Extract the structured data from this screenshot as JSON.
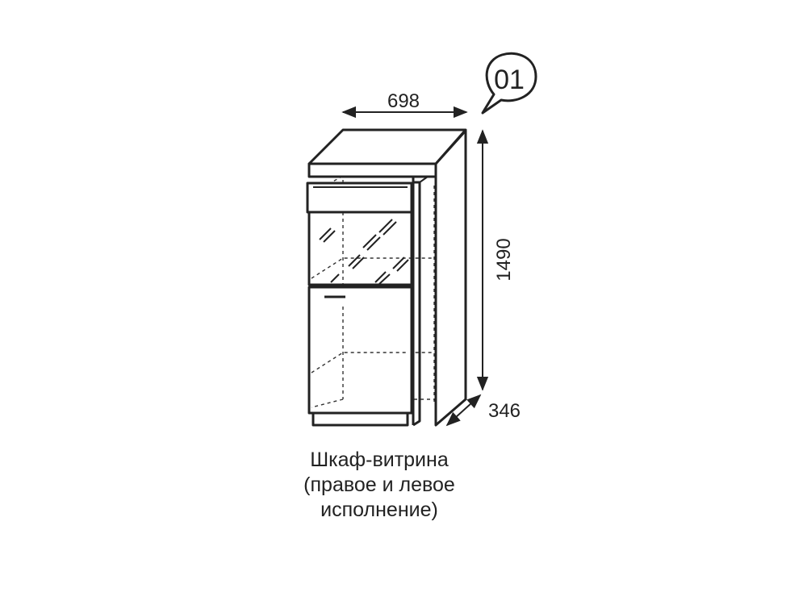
{
  "item_number": "01",
  "dimensions": {
    "width": "698",
    "height": "1490",
    "depth": "346"
  },
  "caption": {
    "line1": "Шкаф-витрина",
    "line2": "(правое и левое",
    "line3": "исполнение)"
  },
  "colors": {
    "line": "#222222",
    "background": "#ffffff"
  }
}
